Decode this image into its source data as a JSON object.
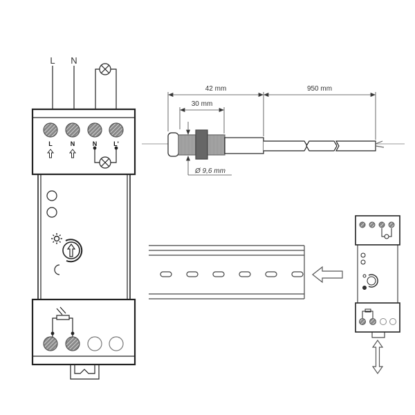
{
  "main_device": {
    "wire_labels": [
      "L",
      "N"
    ],
    "top_terminal_labels": [
      "L",
      "N",
      "N",
      "L'"
    ]
  },
  "sensor": {
    "dim_total": "42 mm",
    "dim_thread": "30 mm",
    "dim_cable": "950 mm",
    "dim_diameter": "Ø 9,6 mm"
  },
  "icons": [
    "lamp-icon",
    "sun-icon",
    "moon-icon",
    "knob-arrow-icon",
    "screw-terminal-icon",
    "arrow-left-icon",
    "double-arrow-vertical-icon"
  ],
  "colors": {
    "line": "#222222",
    "terminal": "#777777",
    "thread": "#999999"
  }
}
